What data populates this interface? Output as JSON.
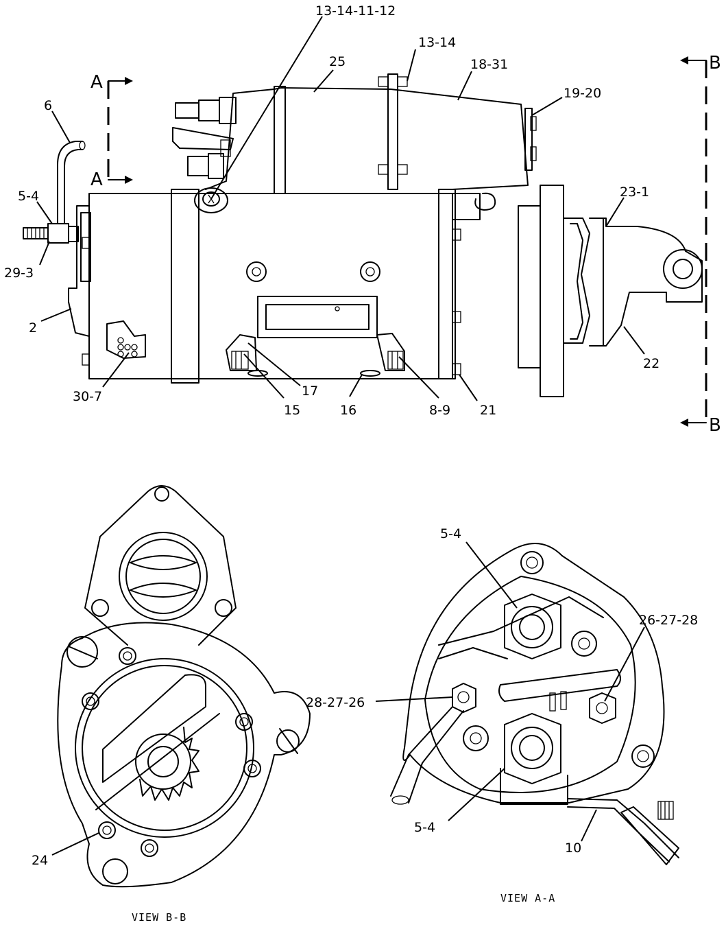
{
  "diagram": {
    "part_labels": {
      "l_13_14_11_12": "13-14-11-12",
      "l_13_14": "13-14",
      "l_25": "25",
      "l_18_31": "18-31",
      "l_19_20": "19-20",
      "l_6": "6",
      "l_5_4_top": "5-4",
      "l_29_3": "29-3",
      "l_2": "2",
      "l_30_7": "30-7",
      "l_23_1": "23-1",
      "l_22": "22",
      "l_17": "17",
      "l_15": "15",
      "l_16": "16",
      "l_8_9": "8-9",
      "l_21": "21",
      "l_24": "24",
      "l_5_4_a1": "5-4",
      "l_26_27_28": "26-27-28",
      "l_28_27_26": "28-27-26",
      "l_5_4_a2": "5-4",
      "l_10": "10"
    },
    "section_marks": {
      "a_top": "A",
      "a_bottom": "A",
      "b_top": "B",
      "b_bottom": "B"
    },
    "view_titles": {
      "view_bb": "VIEW B-B",
      "view_aa": "VIEW A-A"
    }
  }
}
